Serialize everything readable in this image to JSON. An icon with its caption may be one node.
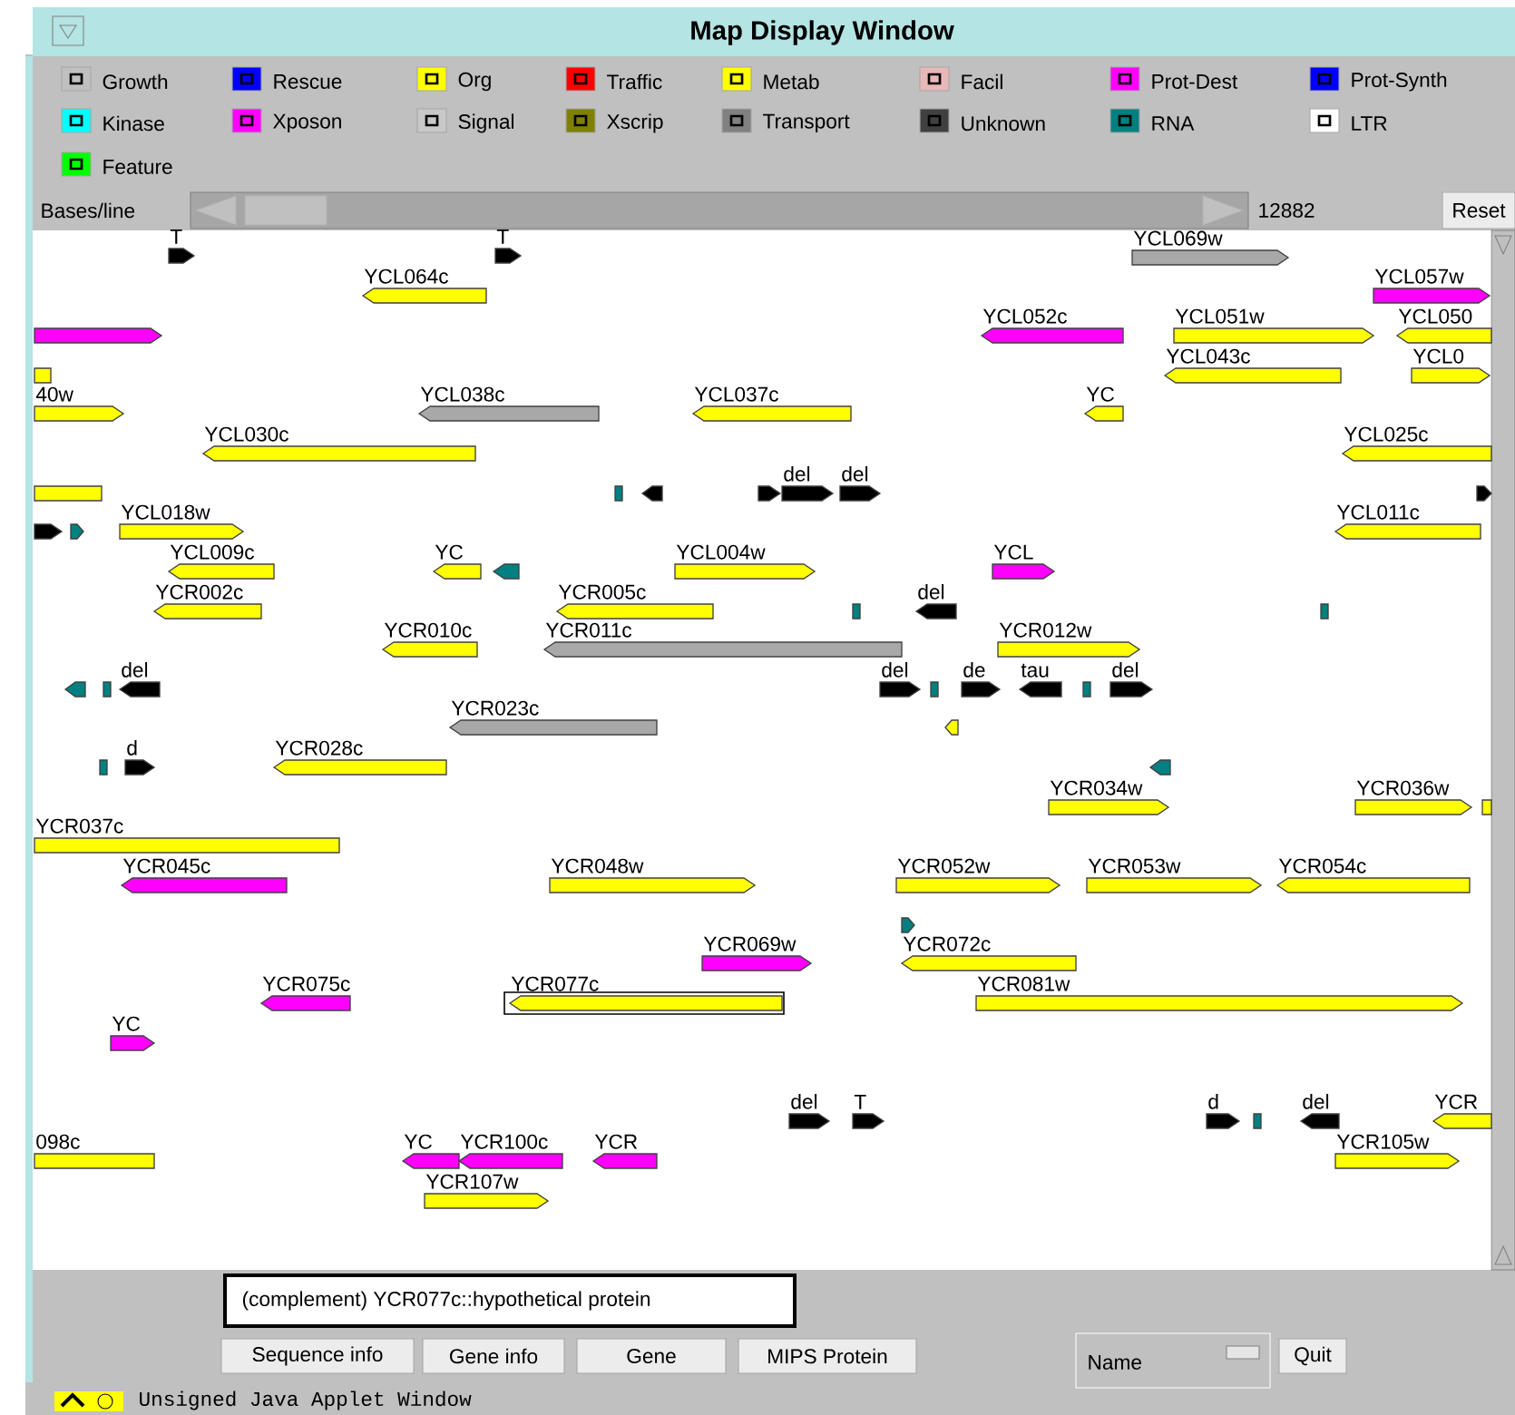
{
  "diagram": {
    "title": "Map Display Window",
    "nodes": [
      {
        "text": [
          "T"
        ]
      },
      {
        "text": [
          "T"
        ]
      },
      {
        "text": [
          "YCL069w"
        ]
      },
      {
        "text": [
          "YCL064c"
        ]
      },
      {
        "text": [
          "YCL057w"
        ]
      },
      {
        "text": [],
        "shape": "arrow"
      },
      {
        "text": [
          "YCL052c"
        ]
      },
      {
        "text": [
          "YCL051w"
        ]
      },
      {
        "text": [
          "YCL050"
        ]
      },
      {
        "text": [],
        "shape": "box"
      },
      {
        "text": [
          "YCL043c"
        ]
      },
      {
        "text": [
          "YCL0"
        ]
      },
      {
        "text": [
          "40w"
        ]
      },
      {
        "text": [
          "YCL038c"
        ]
      },
      {
        "text": [
          "YCL037c"
        ]
      },
      {
        "text": [
          "YC"
        ]
      },
      {
        "text": [
          "YCL030c"
        ]
      },
      {
        "text": [
          "YCL025c"
        ]
      },
      {
        "text": [],
        "shape": "box"
      },
      {
        "text": [],
        "shape": "box"
      },
      {
        "text": [],
        "shape": "arrow"
      },
      {
        "text": [],
        "shape": "arrow"
      },
      {
        "text": [
          "del"
        ]
      },
      {
        "text": [
          "del"
        ]
      },
      {
        "text": [],
        "shape": "arrow"
      },
      {
        "text": [],
        "shape": "arrow"
      },
      {
        "text": [],
        "shape": "arrow"
      },
      {
        "text": [
          "YCL018w"
        ]
      },
      {
        "text": [
          "YCL011c"
        ]
      },
      {
        "text": [
          "YCL009c"
        ]
      },
      {
        "text": [
          "YC"
        ]
      },
      {
        "text": [],
        "shape": "arrow"
      },
      {
        "text": [
          "YCL004w"
        ]
      },
      {
        "text": [
          "YCL"
        ]
      },
      {
        "text": [
          "YCR002c"
        ]
      },
      {
        "text": [
          "YCR005c"
        ]
      },
      {
        "text": [],
        "shape": "box"
      },
      {
        "text": [
          "del"
        ]
      },
      {
        "text": [],
        "shape": "box"
      },
      {
        "text": [
          "YCR010c"
        ]
      },
      {
        "text": [
          "YCR011c"
        ]
      },
      {
        "text": [
          "YCR012w"
        ]
      },
      {
        "text": [],
        "shape": "arrow"
      },
      {
        "text": [],
        "shape": "box"
      },
      {
        "text": [
          "del"
        ]
      },
      {
        "text": [
          "del"
        ]
      },
      {
        "text": [],
        "shape": "box"
      },
      {
        "text": [
          "de"
        ]
      },
      {
        "text": [
          "tau"
        ]
      },
      {
        "text": [],
        "shape": "box"
      },
      {
        "text": [
          "del"
        ]
      },
      {
        "text": [
          "YCR023c"
        ]
      },
      {
        "text": [],
        "shape": "arrow"
      },
      {
        "text": [],
        "shape": "box"
      },
      {
        "text": [
          "d"
        ]
      },
      {
        "text": [
          "YCR028c"
        ]
      },
      {
        "text": [],
        "shape": "arrow"
      },
      {
        "text": [
          "YCR034w"
        ]
      },
      {
        "text": [
          "YCR036w"
        ]
      },
      {
        "text": [],
        "shape": "box"
      },
      {
        "text": [
          "YCR037c"
        ]
      },
      {
        "text": [
          "YCR045c"
        ]
      },
      {
        "text": [
          "YCR048w"
        ]
      },
      {
        "text": [
          "YCR052w"
        ]
      },
      {
        "text": [
          "YCR053w"
        ]
      },
      {
        "text": [
          "YCR054c"
        ]
      },
      {
        "text": [],
        "shape": "arrow"
      },
      {
        "text": [
          "YCR069w"
        ]
      },
      {
        "text": [
          "YCR072c"
        ]
      },
      {
        "text": [
          "YCR075c"
        ]
      },
      {
        "text": [
          "YCR077c"
        ]
      },
      {
        "text": [
          "YCR081w"
        ]
      },
      {
        "text": [
          "YC"
        ]
      },
      {
        "text": [
          "del"
        ]
      },
      {
        "text": [
          "T"
        ]
      },
      {
        "text": [
          "d"
        ]
      },
      {
        "text": [],
        "shape": "box"
      },
      {
        "text": [
          "del"
        ]
      },
      {
        "text": [
          "YCR"
        ]
      },
      {
        "text": [
          "098c"
        ]
      },
      {
        "text": [
          "YC"
        ]
      },
      {
        "text": [
          "YCR100c"
        ]
      },
      {
        "text": [
          "YCR"
        ]
      },
      {
        "text": [
          "YCR105w"
        ]
      },
      {
        "text": [
          "YCR107w"
        ]
      }
    ],
    "labels": [
      "Bases/line",
      "12882",
      "Reset",
      "(complement)  YCR077c::hypothetical protein",
      "Sequence info",
      "Gene info",
      "Gene",
      "MIPS Protein",
      "Name",
      "Quit",
      "Unsigned Java Applet Window"
    ],
    "legend": [
      {
        "text": "Growth",
        "color": "#c0c0c0"
      },
      {
        "text": "Rescue",
        "color": "#0000ff"
      },
      {
        "text": "Org",
        "color": "#ffff00"
      },
      {
        "text": "Traffic",
        "color": "#ff0000"
      },
      {
        "text": "Metab",
        "color": "#ffff00"
      },
      {
        "text": "Facil",
        "color": "#e8b8b8"
      },
      {
        "text": "Prot-Dest",
        "color": "#ff00ff"
      },
      {
        "text": "Prot-Synth",
        "color": "#0000ff"
      },
      {
        "text": "Kinase",
        "color": "#00ffff"
      },
      {
        "text": "Xposon",
        "color": "#ff00ff"
      },
      {
        "text": "Signal",
        "color": "#c8c8c8"
      },
      {
        "text": "Xscrip",
        "color": "#808000"
      },
      {
        "text": "Transport",
        "color": "#808080"
      },
      {
        "text": "Unknown",
        "color": "#404040"
      },
      {
        "text": "RNA",
        "color": "#008080"
      },
      {
        "text": "LTR",
        "color": "#ffffff"
      },
      {
        "text": "Feature",
        "color": "#00ff00"
      }
    ]
  }
}
